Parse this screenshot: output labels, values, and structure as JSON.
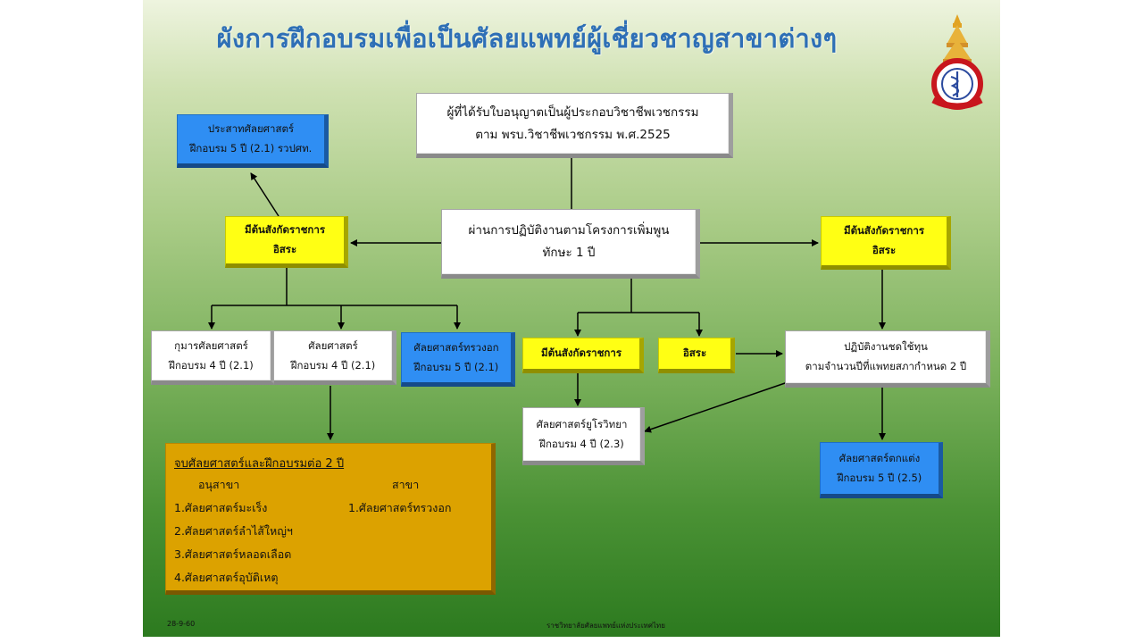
{
  "title": "ผังการฝึกอบรมเพื่อเป็นศัลยแพทย์ผู้เชี่ยวชาญสาขาต่างๆ",
  "boxes": {
    "licensed": {
      "line1": "ผู้ที่ได้รับใบอนุญาตเป็นผู้ประกอบวิชาชีพเวชกรรม",
      "line2": "ตาม พรบ.วิชาชีพเวชกรรม พ.ศ.2525"
    },
    "internship": {
      "line1": "ผ่านการปฏิบัติงานตามโครงการเพิ่มพูน",
      "line2": "ทักษะ 1 ปี"
    },
    "neuro": {
      "line1": "ประสาทศัลยศาสตร์",
      "line2": "ฝึกอบรม 5 ปี (2.1) รวปศท."
    },
    "left_affil": {
      "line1": "มีต้นสังกัดราชการ",
      "line2": "อิสระ"
    },
    "right_affil": {
      "line1": "มีต้นสังกัดราชการ",
      "line2": "อิสระ"
    },
    "pediatric": {
      "line1": "กุมารศัลยศาสตร์",
      "line2": "ฝึกอบรม 4 ปี (2.1)"
    },
    "general": {
      "line1": "ศัลยศาสตร์",
      "line2": "ฝึกอบรม 4 ปี (2.1)"
    },
    "thoracic": {
      "line1": "ศัลยศาสตร์ทรวงอก",
      "line2": "ฝึกอบรม 5 ปี (2.1)"
    },
    "mid_affil": {
      "line1": "มีต้นสังกัดราชการ"
    },
    "mid_independent": {
      "line1": "อิสระ"
    },
    "compensation": {
      "line1": "ปฏิบัติงานชดใช้ทุน",
      "line2": "ตามจำนวนปีที่แพทยสภากำหนด 2 ปี"
    },
    "urology": {
      "line1": "ศัลยศาสตร์ยูโรวิทยา",
      "line2": "ฝึกอบรม 4 ปี (2.3)"
    },
    "plastic": {
      "line1": "ศัลยศาสตร์ตกแต่ง",
      "line2": "ฝึกอบรม 5 ปี (2.5)"
    }
  },
  "summary": {
    "heading": "จบศัลยศาสตร์และฝึกอบรมต่อ 2 ปี",
    "sub_label": "อนุสาขา",
    "branch_label": "สาขา",
    "sub_items": [
      "1.ศัลยศาสตร์มะเร็ง",
      "2.ศัลยศาสตร์ลำไส้ใหญ่ฯ",
      "3.ศัลยศาสตร์หลอดเลือด",
      "4.ศัลยศาสตร์อุบัติเหตุ"
    ],
    "branch_items": [
      "1.ศัลยศาสตร์ทรวงอก"
    ]
  },
  "footer": {
    "date": "28-9-60",
    "organization": "ราชวิทยาลัยศัลยแพทย์แห่งประเทศไทย"
  },
  "colors": {
    "title": "#2e6fb6",
    "yellow_box": "#ffff14",
    "blue_box": "#2f8ef3",
    "summary_box": "#dca200"
  }
}
